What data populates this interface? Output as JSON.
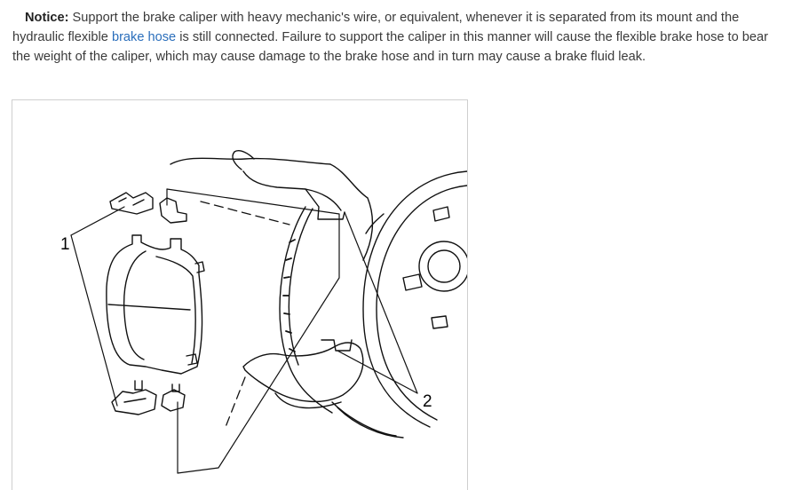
{
  "notice": {
    "label": "Notice:",
    "text_before_link": " Support the brake caliper with heavy mechanic's wire, or equivalent, whenever it is separated from its mount and the hydraulic flexible ",
    "link_text": "brake hose",
    "text_after_link": " is still connected. Failure to support the caliper in this manner will cause the flexible brake hose to bear the weight of the caliper, which may cause damage to the brake hose and in turn may cause a brake fluid leak."
  },
  "figure": {
    "callouts": [
      {
        "id": "1",
        "label": "1"
      },
      {
        "id": "2",
        "label": "2"
      }
    ]
  }
}
